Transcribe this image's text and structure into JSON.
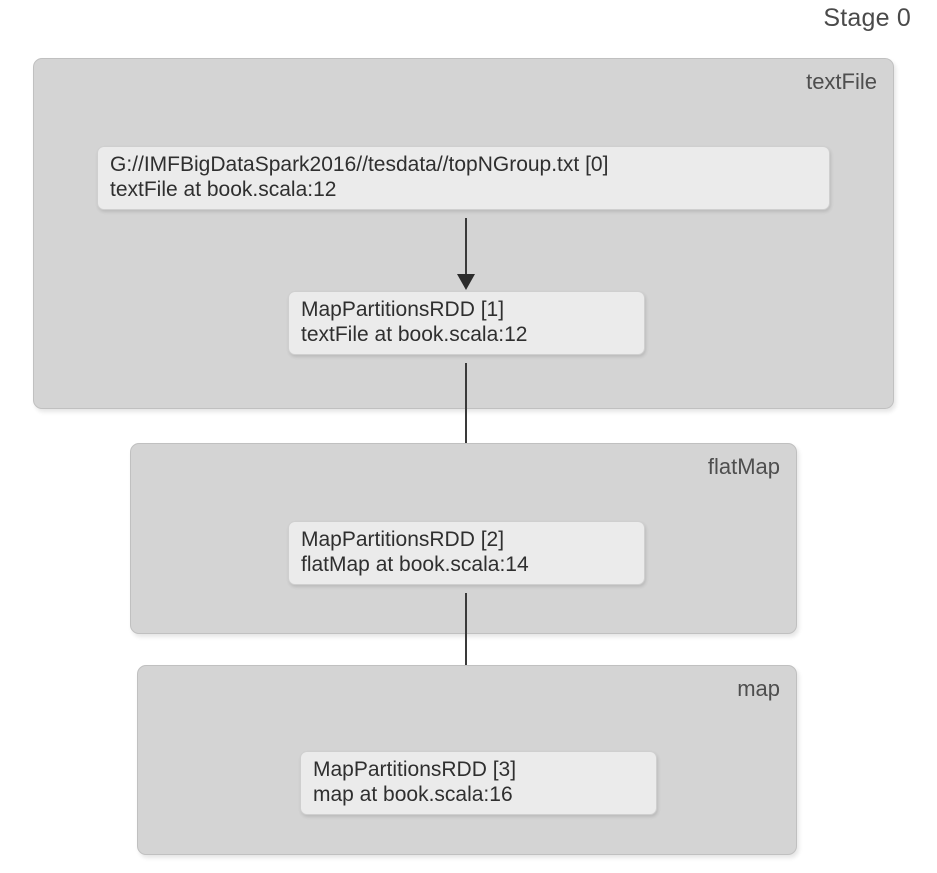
{
  "diagram": {
    "title": "Stage 0",
    "type": "spark-dag-visualization",
    "background_color": "#ffffff",
    "scope_fill_color": "#d4d4d4",
    "node_fill_color": "#ebebeb",
    "arrow_color": "#2b2b2b"
  },
  "scopes": [
    {
      "id": "textFile",
      "label": "textFile",
      "nodes": [
        {
          "id": "rdd-0",
          "line1": "G://IMFBigDataSpark2016//tesdata//topNGroup.txt [0]",
          "line2": "textFile at book.scala:12"
        },
        {
          "id": "rdd-1",
          "line1": "MapPartitionsRDD [1]",
          "line2": "textFile at book.scala:12"
        }
      ]
    },
    {
      "id": "flatMap",
      "label": "flatMap",
      "nodes": [
        {
          "id": "rdd-2",
          "line1": "MapPartitionsRDD [2]",
          "line2": "flatMap at book.scala:14"
        }
      ]
    },
    {
      "id": "map",
      "label": "map",
      "nodes": [
        {
          "id": "rdd-3",
          "line1": "MapPartitionsRDD [3]",
          "line2": "map at book.scala:16"
        }
      ]
    }
  ],
  "edges": [
    {
      "id": "edge-0-1",
      "from": "rdd-0",
      "to": "rdd-1"
    },
    {
      "id": "edge-1-2",
      "from": "rdd-1",
      "to": "rdd-2"
    },
    {
      "id": "edge-2-3",
      "from": "rdd-2",
      "to": "rdd-3"
    }
  ]
}
